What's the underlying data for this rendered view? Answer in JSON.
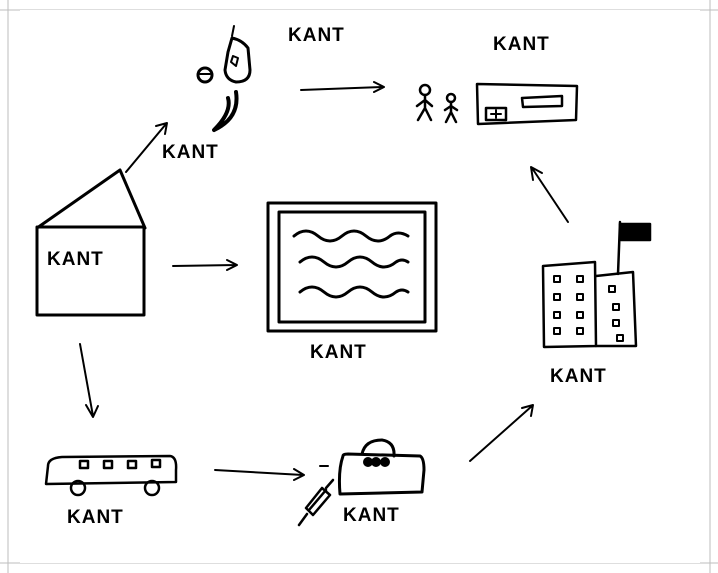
{
  "labels": {
    "food": "KANT",
    "family": "KANT",
    "family_device": "KANT",
    "house": "KANT",
    "tv": "KANT",
    "factory": "KANT",
    "bus": "KANT",
    "bag": "KANT"
  }
}
